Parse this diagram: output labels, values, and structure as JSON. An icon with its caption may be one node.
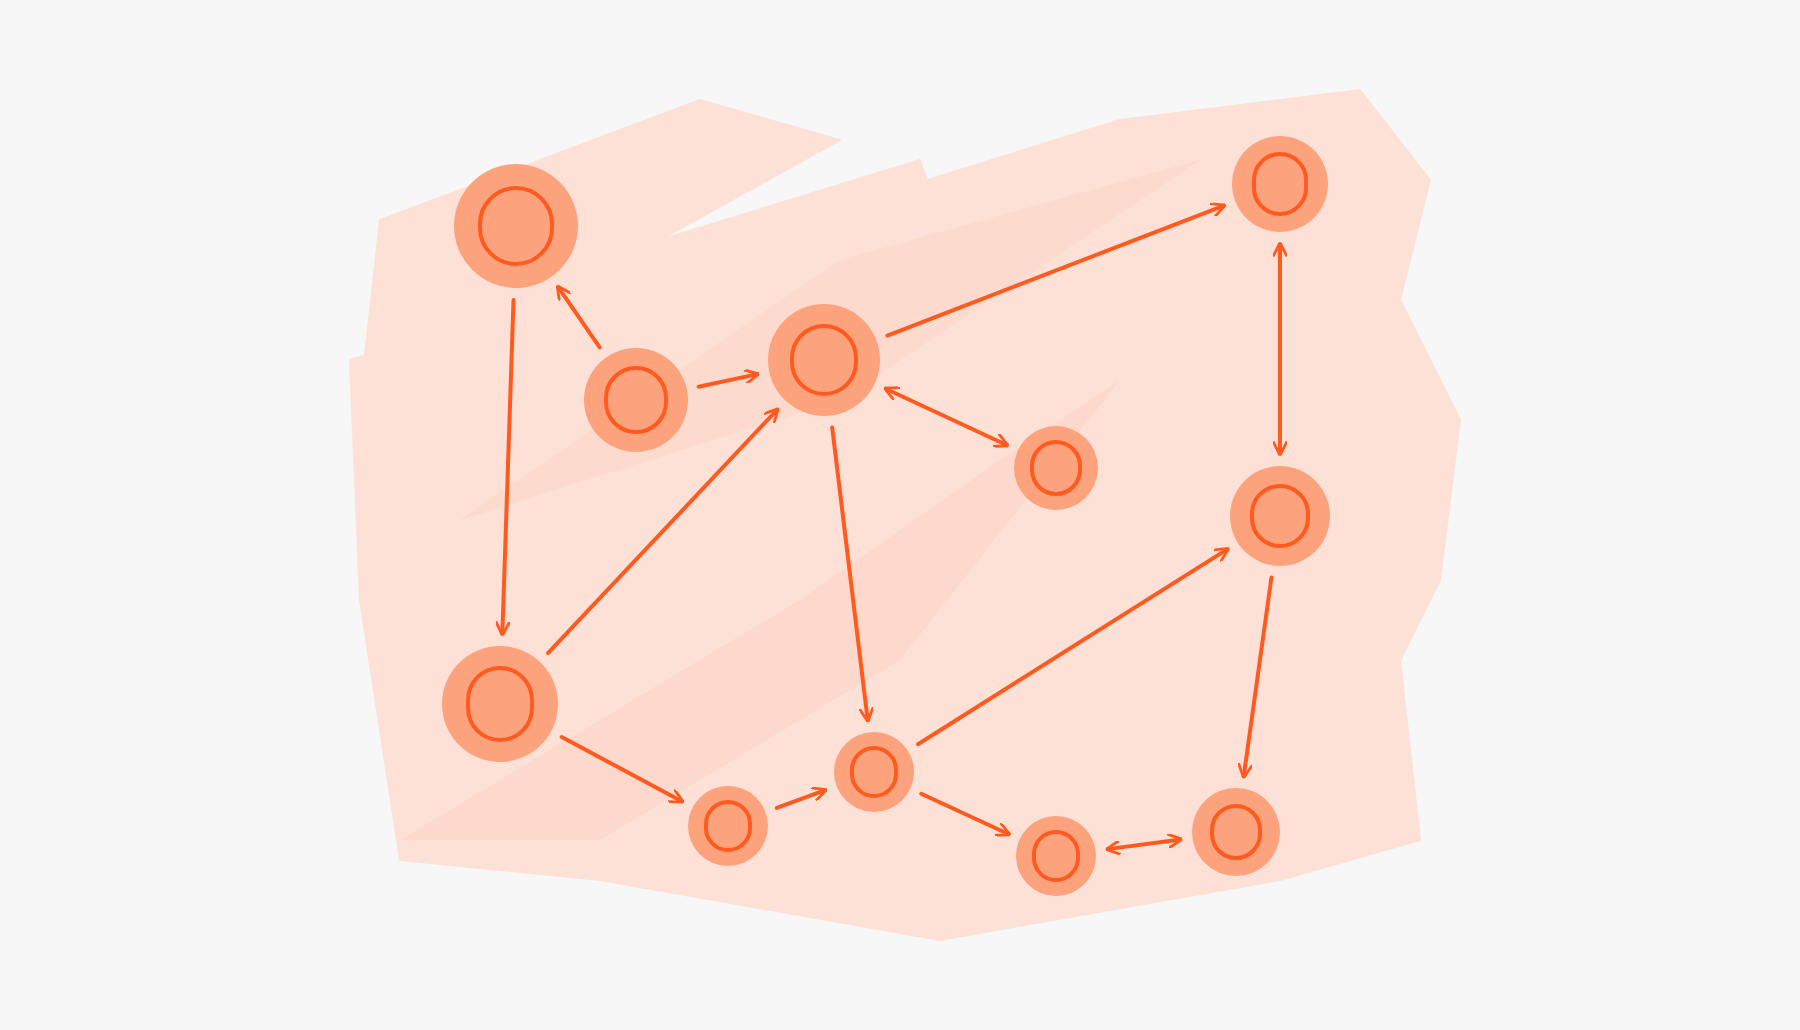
{
  "diagram": {
    "nodes": [
      {
        "text": [],
        "shape": "circle"
      },
      {
        "text": [],
        "shape": "circle"
      },
      {
        "text": [],
        "shape": "circle"
      },
      {
        "text": [],
        "shape": "circle"
      },
      {
        "text": [],
        "shape": "circle"
      },
      {
        "text": [],
        "shape": "circle"
      },
      {
        "text": [],
        "shape": "circle"
      },
      {
        "text": [],
        "shape": "circle"
      },
      {
        "text": [],
        "shape": "circle"
      },
      {
        "text": [],
        "shape": "circle"
      },
      {
        "text": [],
        "shape": "circle"
      }
    ],
    "edges": [
      {
        "from": 0,
        "to": 6,
        "arrow": "to"
      },
      {
        "from": 1,
        "to": 0,
        "arrow": "to"
      },
      {
        "from": 1,
        "to": 2,
        "arrow": "to"
      },
      {
        "from": 2,
        "to": 3,
        "arrow": "both"
      },
      {
        "from": 2,
        "to": 4,
        "arrow": "to"
      },
      {
        "from": 4,
        "to": 5,
        "arrow": "both"
      },
      {
        "from": 6,
        "to": 2,
        "arrow": "to"
      },
      {
        "from": 2,
        "to": 8,
        "arrow": "to"
      },
      {
        "from": 6,
        "to": 7,
        "arrow": "to"
      },
      {
        "from": 7,
        "to": 8,
        "arrow": "to"
      },
      {
        "from": 8,
        "to": 9,
        "arrow": "to"
      },
      {
        "from": 8,
        "to": 5,
        "arrow": "to"
      },
      {
        "from": 5,
        "to": 10,
        "arrow": "to"
      },
      {
        "from": 9,
        "to": 10,
        "arrow": "both"
      }
    ]
  }
}
